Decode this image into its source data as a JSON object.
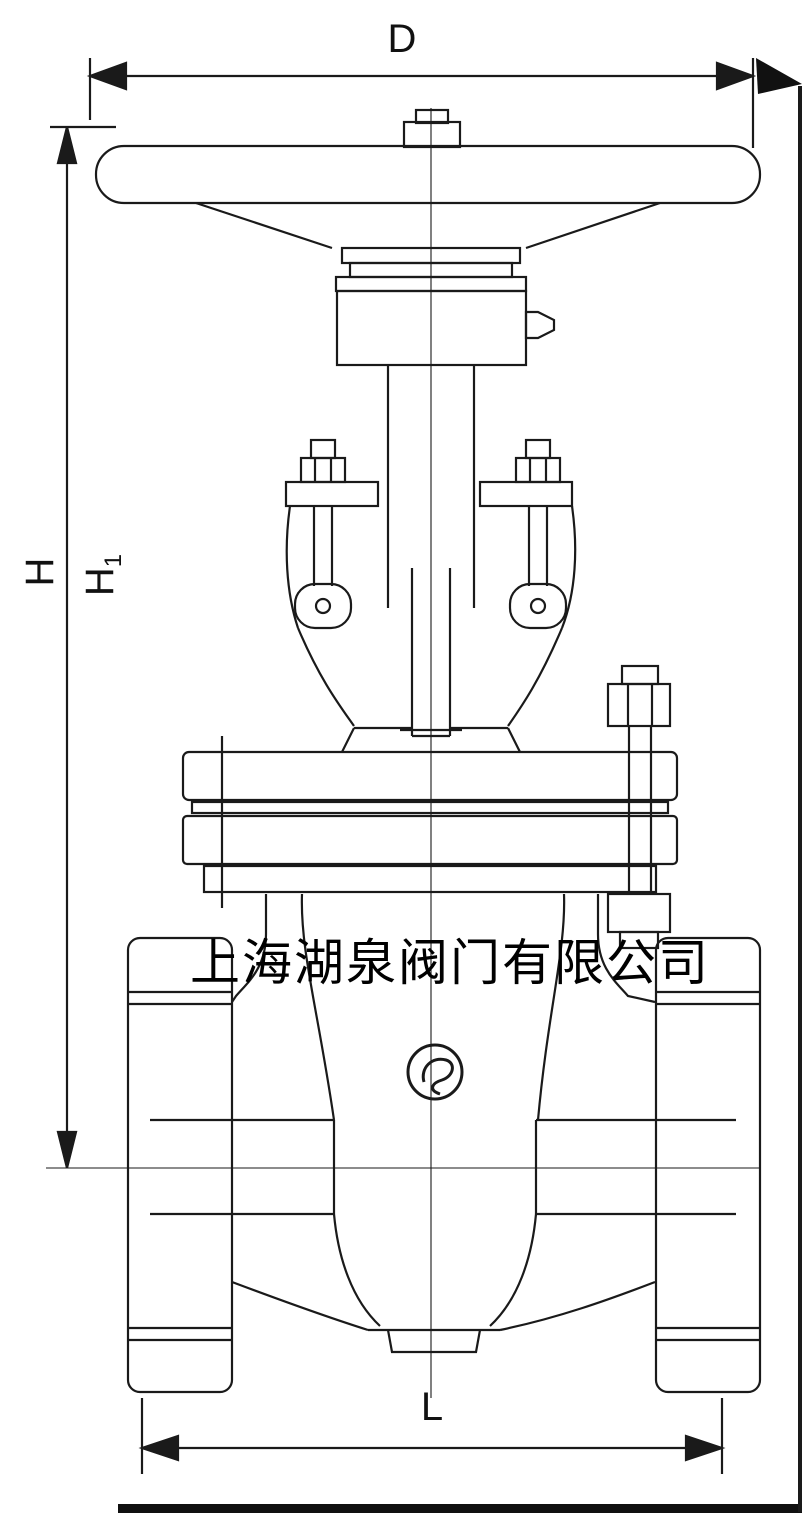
{
  "labels": {
    "dim_width": "D",
    "dim_height": "H",
    "dim_height2_main": "H",
    "dim_height2_sub": "1",
    "dim_length": "L",
    "watermark": "上海湖泉阀门有限公司"
  },
  "colors": {
    "line": "#1a1a1a",
    "background": "#ffffff"
  }
}
